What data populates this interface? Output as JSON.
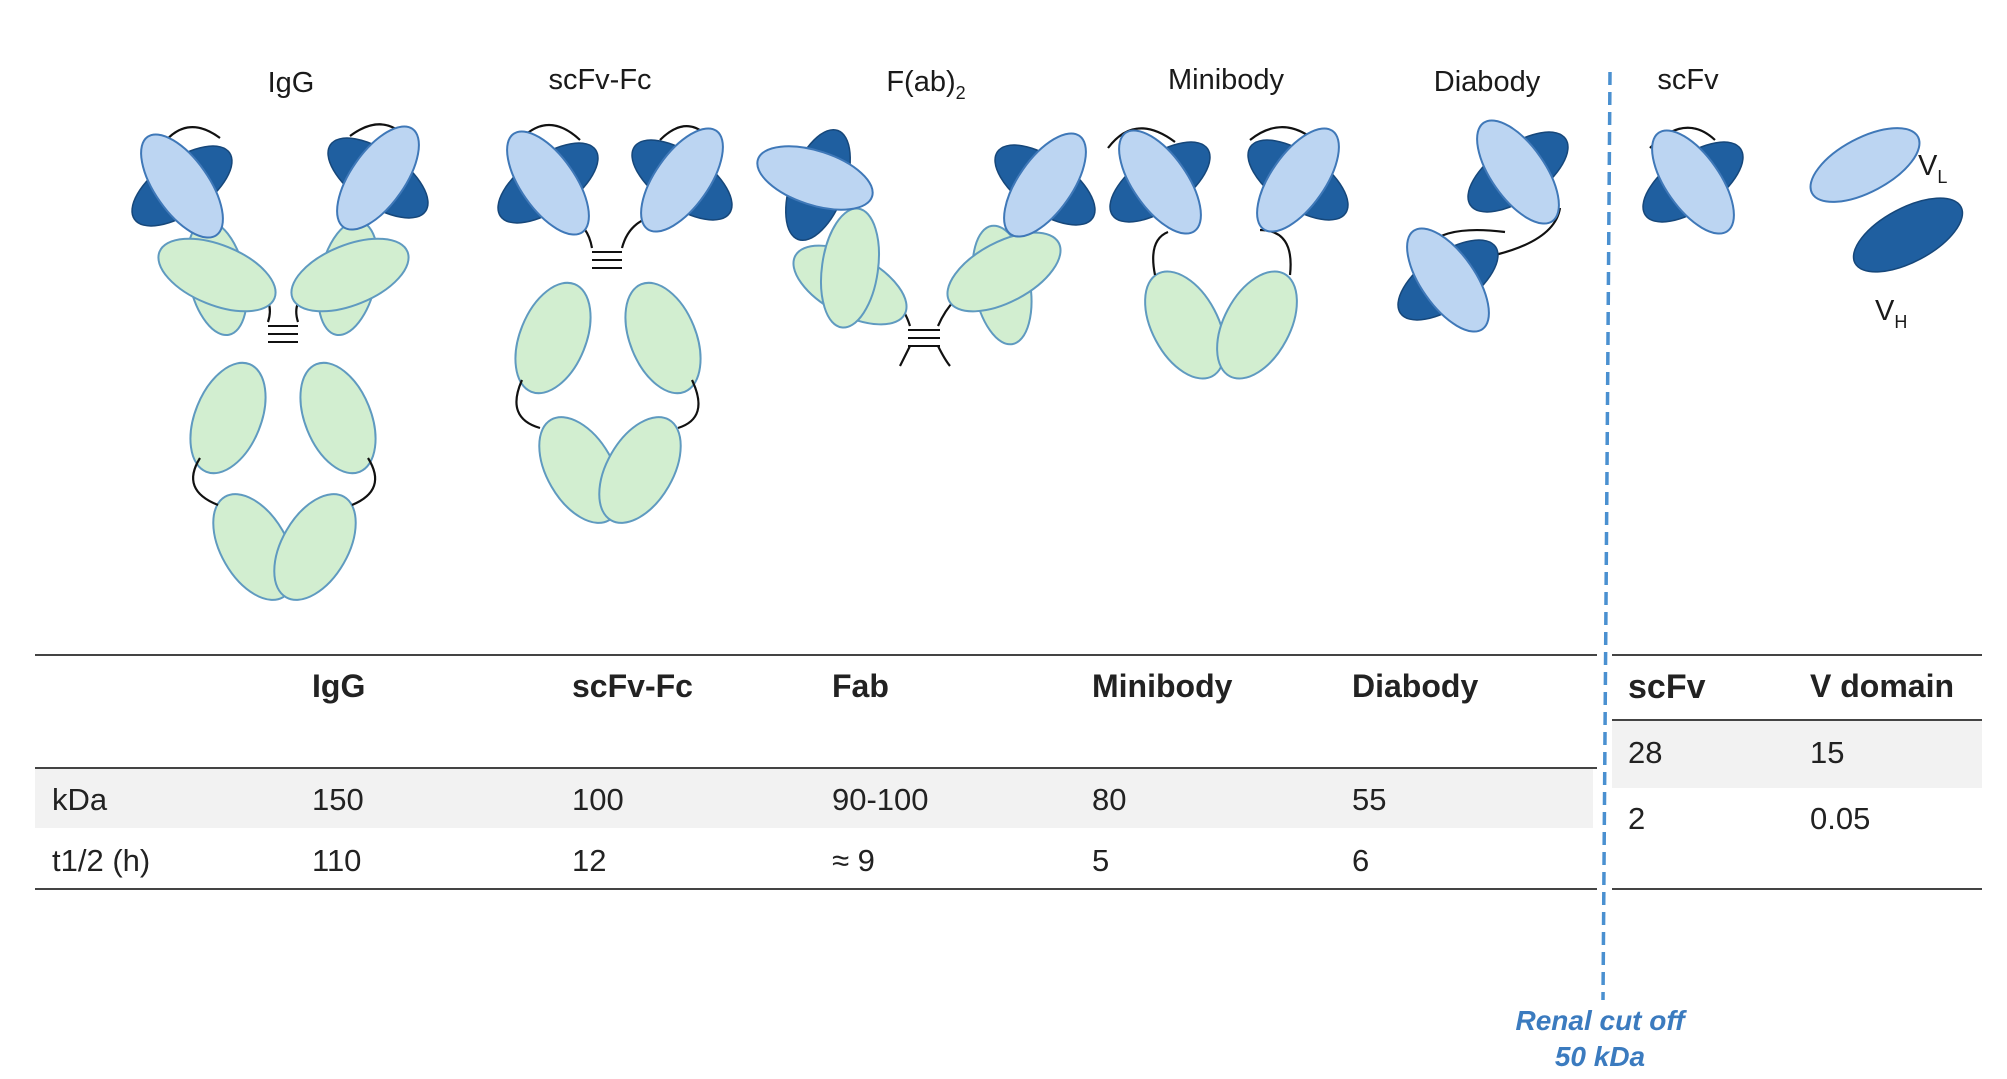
{
  "formats": {
    "igg": "IgG",
    "scfv_fc": "scFv-Fc",
    "fab2_main": "F(ab)",
    "fab2_sub": "2",
    "minibody": "Minibody",
    "diabody": "Diabody",
    "scfv": "scFv",
    "vl_main": "V",
    "vl_sub": "L",
    "vh_main": "V",
    "vh_sub": "H"
  },
  "table_left": {
    "headers": [
      "IgG",
      "scFv-Fc",
      "Fab",
      "Minibody",
      "Diabody"
    ],
    "rows": [
      {
        "label": "kDa",
        "values": [
          "150",
          "100",
          "90-100",
          "80",
          "55"
        ]
      },
      {
        "label": "t1/2 (h)",
        "values": [
          "110",
          "12",
          "≈ 9",
          "5",
          "6"
        ]
      }
    ]
  },
  "table_right": {
    "headers": [
      "scFv",
      "V domain"
    ],
    "rows": [
      {
        "values": [
          "28",
          "15"
        ]
      },
      {
        "values": [
          "2",
          "0.05"
        ]
      }
    ]
  },
  "renal": {
    "line1": "Renal cut off",
    "line2": "50 kDa"
  },
  "colors": {
    "heavy_variable": "#1f5fa0",
    "light_variable": "#bcd5f2",
    "constant": "#d2eed0",
    "cutoff_line": "#4a90d0"
  }
}
